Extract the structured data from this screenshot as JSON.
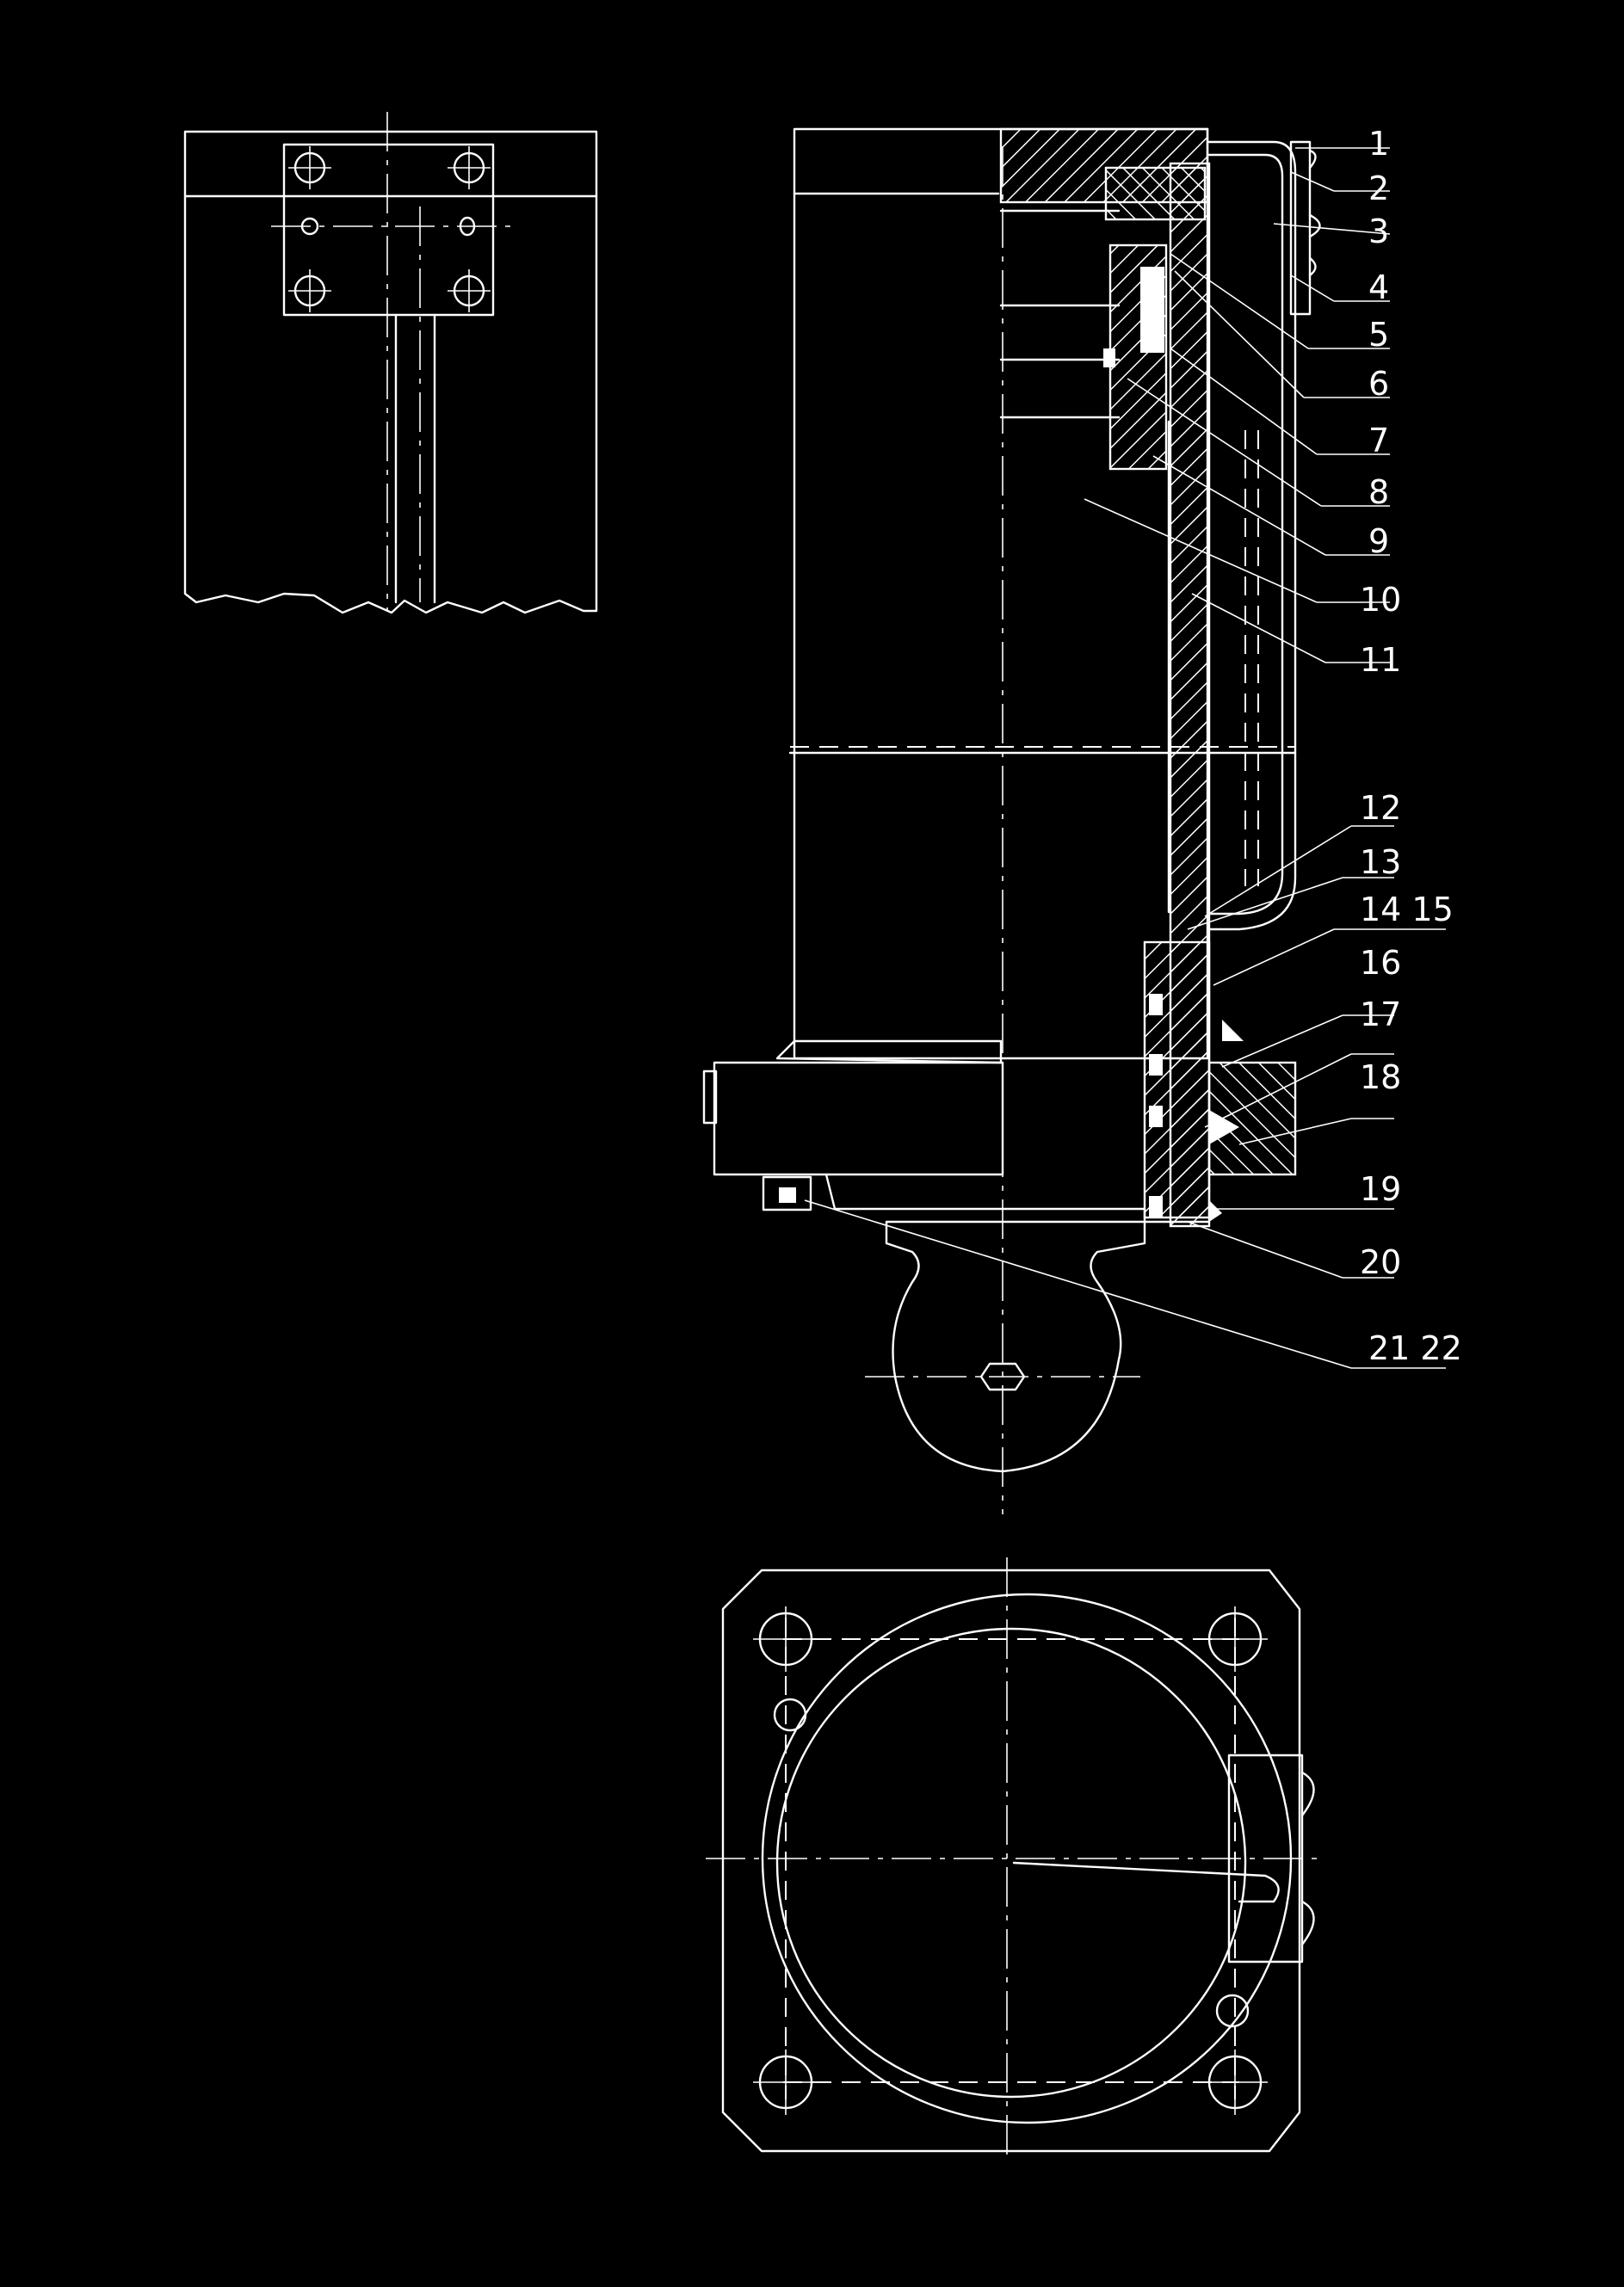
{
  "drawing": {
    "type": "cylinder-assembly-section",
    "line_color": "#ffffff",
    "background_color": "#000000"
  },
  "callouts": [
    {
      "num": "1"
    },
    {
      "num": "2"
    },
    {
      "num": "3"
    },
    {
      "num": "4"
    },
    {
      "num": "5"
    },
    {
      "num": "6"
    },
    {
      "num": "7"
    },
    {
      "num": "8"
    },
    {
      "num": "9"
    },
    {
      "num": "10"
    },
    {
      "num": "11"
    },
    {
      "num": "12"
    },
    {
      "num": "13"
    },
    {
      "num": "14 15"
    },
    {
      "num": "16"
    },
    {
      "num": "17"
    },
    {
      "num": "18"
    },
    {
      "num": "19"
    },
    {
      "num": "20"
    },
    {
      "num": "21 22"
    }
  ]
}
